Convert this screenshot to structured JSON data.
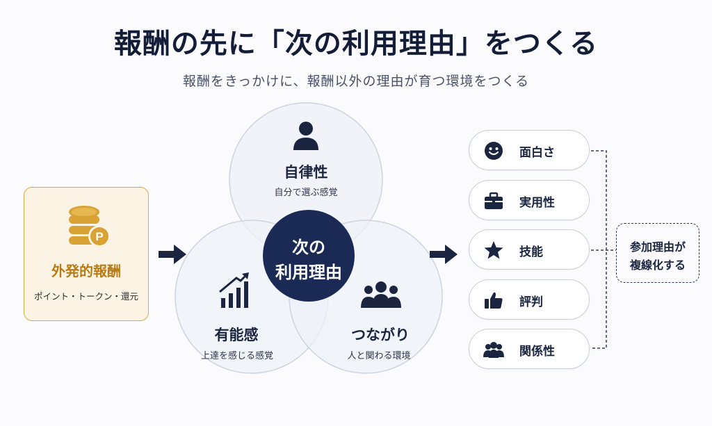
{
  "title": "報酬の先に「次の利用理由」をつくる",
  "subtitle": "報酬をきっかけに、報酬以外の理由が育つ環境をつくる",
  "extrinsic": {
    "title": "外発的報酬",
    "subtitle": "ポイント・トークン・還元",
    "coin_letter": "P",
    "icon": "coin-stack-icon"
  },
  "venn": {
    "top": {
      "title": "自律性",
      "subtitle": "自分で選ぶ感覚",
      "icon": "person-icon"
    },
    "left": {
      "title": "有能感",
      "subtitle": "上達を感じる感覚",
      "icon": "bar-chart-growth-icon"
    },
    "right": {
      "title": "つながり",
      "subtitle": "人と関わる環境",
      "icon": "group-icon"
    },
    "center": {
      "line1": "次の",
      "line2": "利用理由"
    }
  },
  "reasons": [
    {
      "label": "面白さ",
      "icon": "smiley-icon"
    },
    {
      "label": "実用性",
      "icon": "briefcase-icon"
    },
    {
      "label": "技能",
      "icon": "star-icon"
    },
    {
      "label": "評判",
      "icon": "thumbs-up-icon"
    },
    {
      "label": "関係性",
      "icon": "people-icon"
    }
  ],
  "result": {
    "line1": "参加理由が",
    "line2": "複線化する"
  },
  "colors": {
    "navy": "#1b2540",
    "gold": "#d9a94a",
    "gold_text": "#b97b16",
    "card_bg": "#fbf3e4",
    "circle_fill": "#eef1f7"
  }
}
